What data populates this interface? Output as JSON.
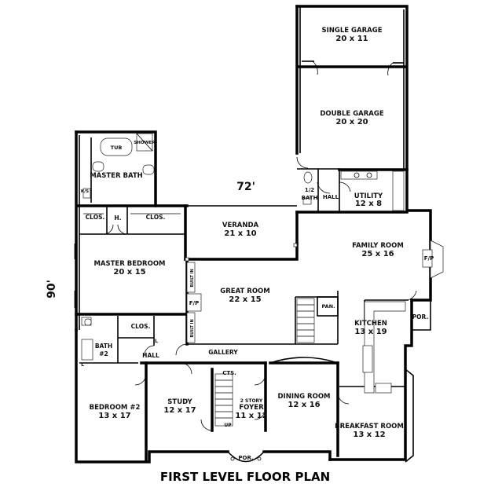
{
  "title": "FIRST LEVEL FLOOR PLAN",
  "dimensions": {
    "width": "72'",
    "depth": "90'"
  },
  "rooms": [
    {
      "id": "single-garage",
      "name": "SINGLE GARAGE",
      "size": "20 x 11"
    },
    {
      "id": "double-garage",
      "name": "DOUBLE GARAGE",
      "size": "20 x 20"
    },
    {
      "id": "master-bath",
      "name": "MASTER BATH",
      "size": ""
    },
    {
      "id": "veranda",
      "name": "VERANDA",
      "size": "21 x 10"
    },
    {
      "id": "utility",
      "name": "UTILITY",
      "size": "12 x 8"
    },
    {
      "id": "family-room",
      "name": "FAMILY ROOM",
      "size": "25 x 16"
    },
    {
      "id": "master-bedroom",
      "name": "MASTER BEDROOM",
      "size": "20 x 15"
    },
    {
      "id": "great-room",
      "name": "GREAT ROOM",
      "size": "22 x 15"
    },
    {
      "id": "kitchen",
      "name": "KITCHEN",
      "size": "13 x 19"
    },
    {
      "id": "study",
      "name": "STUDY",
      "size": "12 x 17"
    },
    {
      "id": "bedroom-2",
      "name": "BEDROOM #2",
      "size": "13 x 17"
    },
    {
      "id": "foyer",
      "name": "FOYER",
      "size": "11 x 12"
    },
    {
      "id": "dining-room",
      "name": "DINING ROOM",
      "size": "12 x 16"
    },
    {
      "id": "breakfast-room",
      "name": "BREAKFAST ROOM",
      "size": "13 x 12"
    }
  ],
  "small_labels": {
    "tub": "TUB",
    "shower": "SHOWER",
    "ks": "K/S",
    "clos_left": "CLOS.",
    "hall_h": "H.",
    "clos_right": "CLOS.",
    "half_bath_a": "1/2",
    "half_bath_b": "BATH",
    "hall_util": "HALL",
    "fp_family": "F/P",
    "fp_great": "F/P",
    "built_in_top": "BUILT IN",
    "built_in_bottom": "BUILT IN",
    "pan": "PAN.",
    "por_kitchen": "POR.",
    "clos_bath2": "CLOS.",
    "bath2_a": "BATH",
    "bath2_b": "#2",
    "hall_bed2": "HALL",
    "gallery": "GALLERY",
    "cts": "CTS.",
    "two_story": "2 STORY",
    "up": "UP",
    "por_front": "POR.",
    "l_bath": "L",
    "l_hall": "L"
  }
}
